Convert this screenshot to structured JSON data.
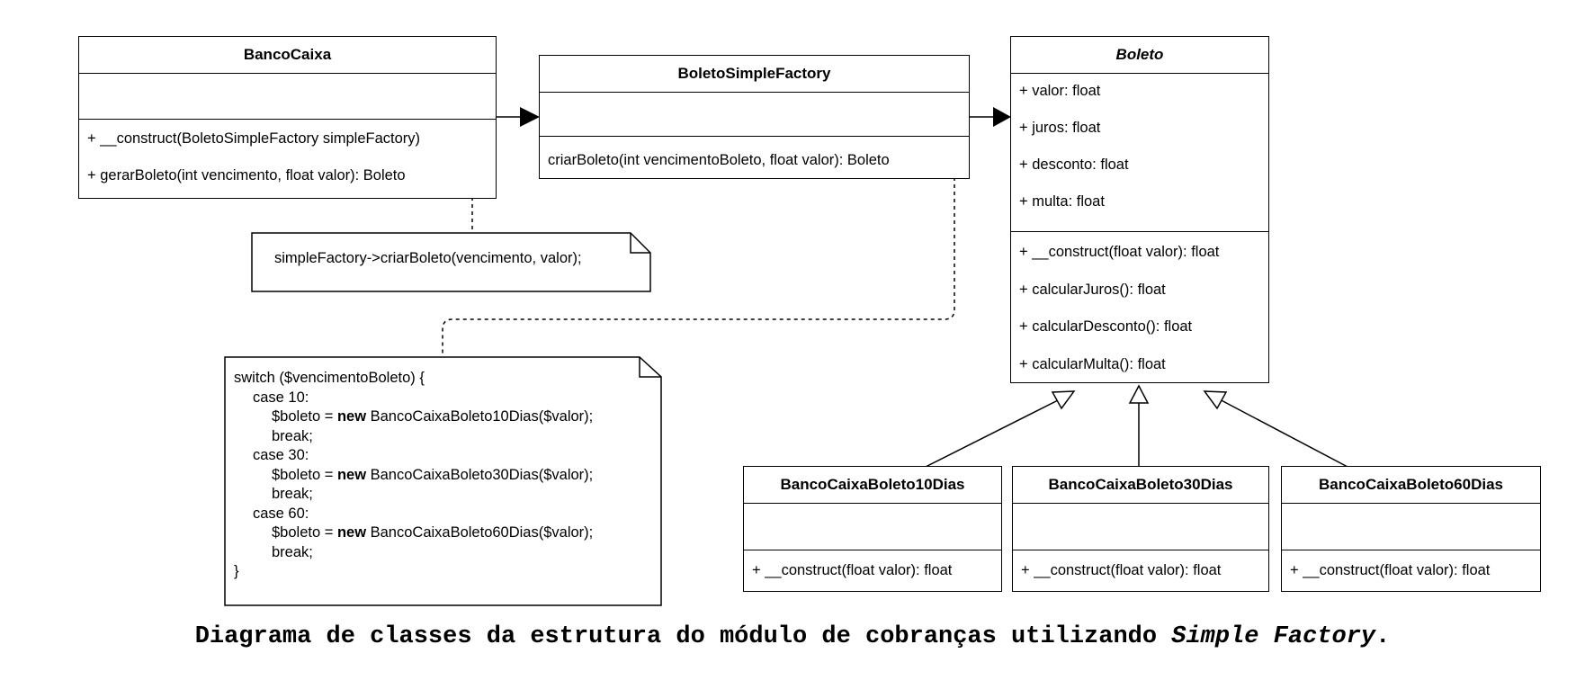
{
  "classes": {
    "banco_caixa": {
      "name": "BancoCaixa",
      "methods": [
        "+ __construct(BoletoSimpleFactory simpleFactory)",
        "+ gerarBoleto(int vencimento, float valor): Boleto"
      ]
    },
    "factory": {
      "name": "BoletoSimpleFactory",
      "methods": [
        "criarBoleto(int vencimentoBoleto, float valor): Boleto"
      ]
    },
    "boleto": {
      "name": "Boleto",
      "attributes": [
        "+ valor: float",
        "+ juros: float",
        "+ desconto: float",
        "+ multa: float"
      ],
      "methods": [
        "+ __construct(float valor): float",
        "+ calcularJuros(): float",
        "+ calcularDesconto(): float",
        "+ calcularMulta(): float"
      ]
    },
    "sub10": {
      "name": "BancoCaixaBoleto10Dias",
      "methods": [
        "+ __construct(float valor): float"
      ]
    },
    "sub30": {
      "name": "BancoCaixaBoleto30Dias",
      "methods": [
        "+ __construct(float valor): float"
      ]
    },
    "sub60": {
      "name": "BancoCaixaBoleto60Dias",
      "methods": [
        "+ __construct(float valor): float"
      ]
    }
  },
  "notes": {
    "banco_caixa_note": "simpleFactory->criarBoleto(vencimento, valor);",
    "switch_note": {
      "switch_line": "switch ($vencimentoBoleto) {",
      "case10": "case 10:",
      "case30": "case 30:",
      "case60": "case 60:",
      "assign": "$boleto = ",
      "new_kw": "new",
      "new10": " BancoCaixaBoleto10Dias($valor);",
      "new30": " BancoCaixaBoleto30Dias($valor);",
      "new60": " BancoCaixaBoleto60Dias($valor);",
      "break": "break;",
      "close": "}"
    }
  },
  "caption": {
    "main": "Diagrama de classes da estrutura do módulo de cobranças utilizando ",
    "emphasis": "Simple Factory",
    "end": "."
  }
}
